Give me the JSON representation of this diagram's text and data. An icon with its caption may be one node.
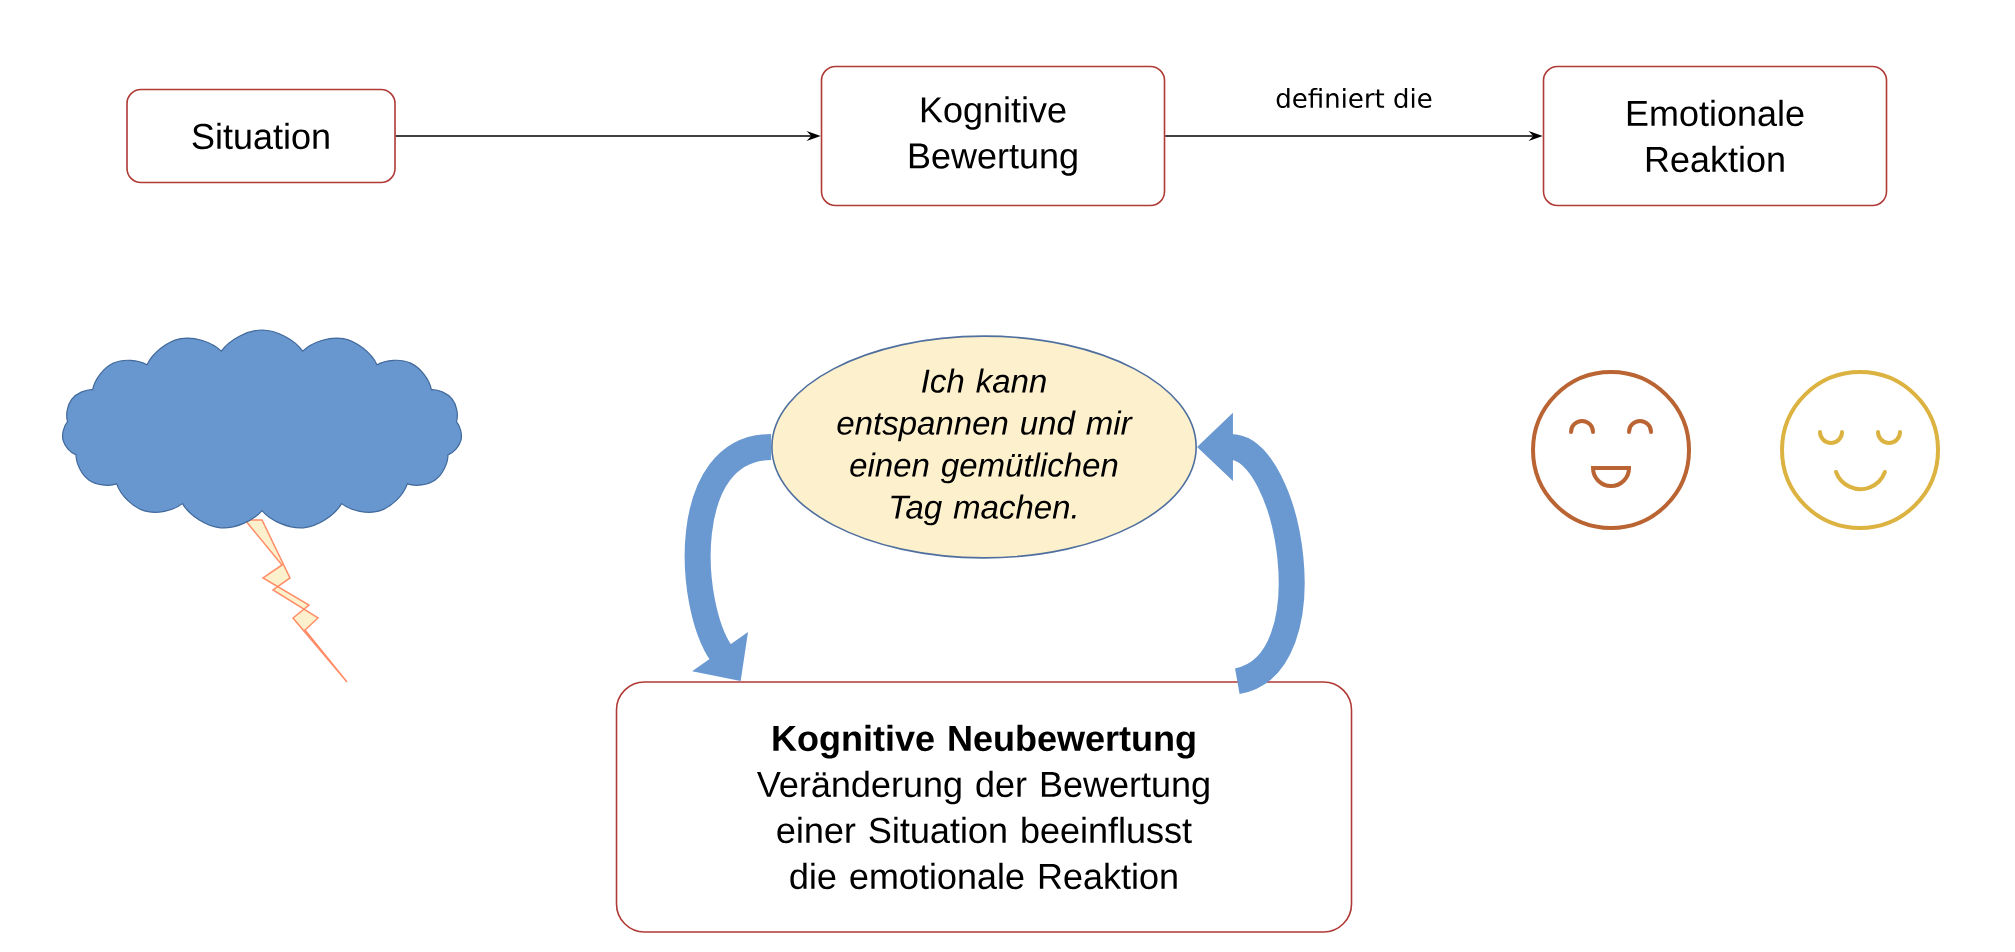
{
  "diagram": {
    "nodes": [
      {
        "text": [
          "Situation"
        ]
      },
      {
        "text": [
          "Kognitive Bewertung"
        ]
      },
      {
        "text": [
          "Emotionale Reaktion"
        ]
      },
      {
        "text": [
          "Ich kann entspannen und mir einen gemütlichen Tag machen."
        ]
      },
      {
        "text": [
          "Kognitive Neubewertung",
          "Veränderung der Bewertung einer Situation beeinflusst die emotionale Reaktion"
        ]
      }
    ],
    "edges": [
      {
        "from": 0,
        "to": 1,
        "arrow": "to"
      },
      {
        "from": 1,
        "to": 2,
        "arrow": "to",
        "label": "definiert die"
      },
      {
        "from": 3,
        "to": 4,
        "arrow": "to",
        "style": "thick",
        "color": "#6a98d0"
      },
      {
        "from": 4,
        "to": 3,
        "arrow": "to",
        "style": "thick",
        "color": "#6a98d0"
      }
    ]
  }
}
